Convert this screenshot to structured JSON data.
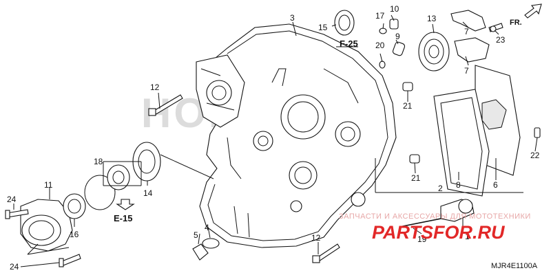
{
  "diagram": {
    "part_numbers": [
      "1",
      "2",
      "3",
      "4",
      "5",
      "6",
      "7",
      "7",
      "8",
      "9",
      "10",
      "11",
      "12",
      "12",
      "13",
      "14",
      "15",
      "16",
      "17",
      "18",
      "19",
      "20",
      "21",
      "21",
      "22",
      "23",
      "24",
      "24"
    ],
    "references": [
      "F-25",
      "E-15"
    ],
    "direction_label": "FR.",
    "watermark_logo": "HONDA",
    "watermark_caption": "ЗАПЧАСТИ И АКСЕССУАРЫ ДЛЯ МОТОТЕХНИКИ",
    "watermark_brand": "PARTSFOR.RU",
    "diagram_code": "MJR4E1100A"
  }
}
